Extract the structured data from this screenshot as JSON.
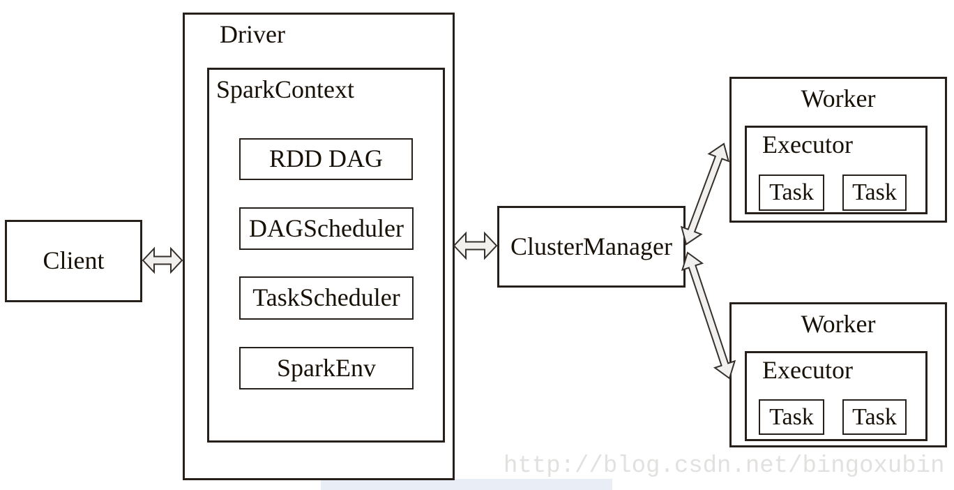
{
  "diagram": {
    "client": {
      "label": "Client"
    },
    "driver": {
      "label": "Driver",
      "spark_context": {
        "label": "SparkContext",
        "components": [
          "RDD DAG",
          "DAGScheduler",
          "TaskScheduler",
          "SparkEnv"
        ]
      }
    },
    "cluster_manager": {
      "label": "ClusterManager"
    },
    "workers": [
      {
        "label": "Worker",
        "executor": {
          "label": "Executor",
          "tasks": [
            "Task",
            "Task"
          ]
        }
      },
      {
        "label": "Worker",
        "executor": {
          "label": "Executor",
          "tasks": [
            "Task",
            "Task"
          ]
        }
      }
    ],
    "connections": [
      {
        "from": "Client",
        "to": "Driver",
        "type": "double-arrow"
      },
      {
        "from": "Driver",
        "to": "ClusterManager",
        "type": "double-arrow"
      },
      {
        "from": "ClusterManager",
        "to": "Worker (top)",
        "type": "double-arrow"
      },
      {
        "from": "ClusterManager",
        "to": "Worker (bottom)",
        "type": "double-arrow"
      }
    ]
  },
  "watermark": {
    "text": "http://blog.csdn.net/bingoxubin"
  },
  "colors": {
    "line": "#27201a",
    "text": "#171007",
    "arrow_fill": "#f1f0ee",
    "arrow_outline": "#35302b",
    "watermark_text": "#e2e1df",
    "highlight_bar": "#e9edf6",
    "background": "#ffffff"
  }
}
